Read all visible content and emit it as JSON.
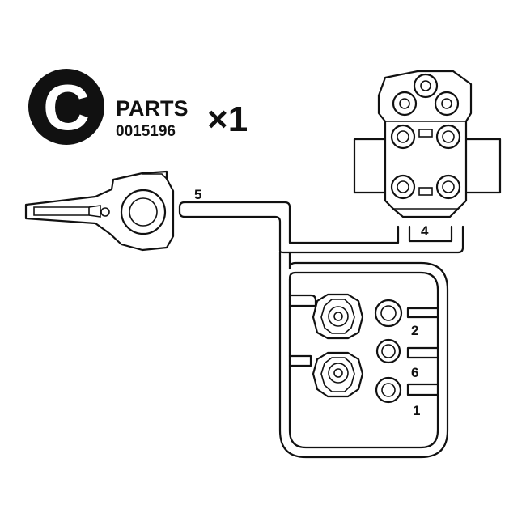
{
  "header": {
    "sprue_letter": "C",
    "title": "PARTS",
    "part_number": "0015196",
    "quantity": "×1"
  },
  "part_labels": [
    {
      "id": "5",
      "text": "5"
    },
    {
      "id": "4",
      "text": "4"
    },
    {
      "id": "2",
      "text": "2"
    },
    {
      "id": "6",
      "text": "6"
    },
    {
      "id": "1",
      "text": "1"
    }
  ]
}
